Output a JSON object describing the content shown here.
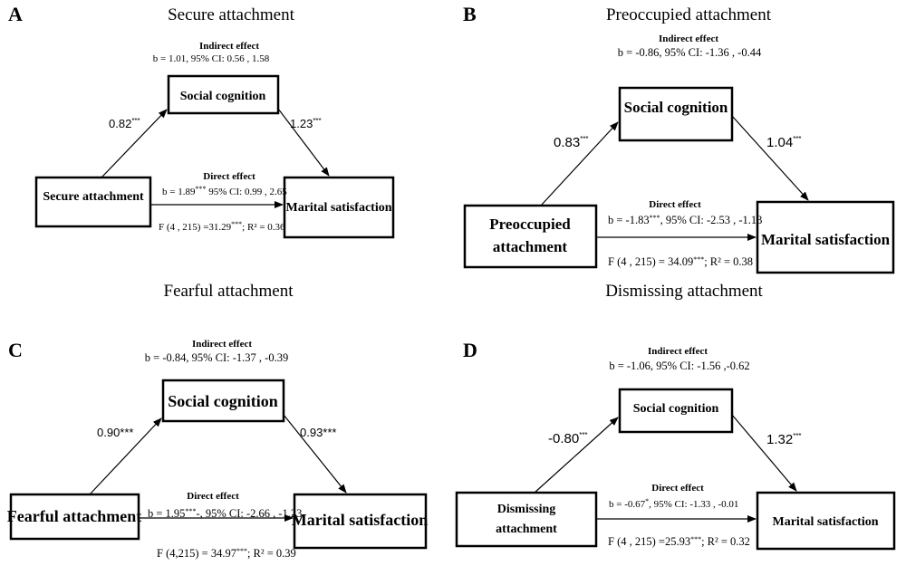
{
  "panels": [
    {
      "letter": "A",
      "title": "Secure attachment",
      "indirect_label": "Indirect effect",
      "indirect_stats": "b = 1.01, 95% CI: 0.56 , 1.58",
      "mediator": "Social cognition",
      "predictor": [
        "Secure attachment"
      ],
      "outcome": "Marital satisfaction",
      "path_a": "0.82",
      "path_a_sig": "***",
      "path_b": "1.23",
      "path_b_sig": "***",
      "direct_label": "Direct effect",
      "direct_b": "b = 1.89",
      "direct_sig": "***",
      "direct_ci": " 95% CI: 0.99 , 2.65",
      "model_f": "F (4 , 215) =31.29",
      "model_sig": "***",
      "model_r2": "; R² = 0.36"
    },
    {
      "letter": "B",
      "title": "Preoccupied attachment",
      "indirect_label": "Indirect  effect",
      "indirect_stats": "b = -0.86, 95% CI: -1.36 , -0.44",
      "mediator": "Social cognition",
      "predictor": [
        "Preoccupied",
        "attachment"
      ],
      "outcome": "Marital satisfaction",
      "path_a": "0.83",
      "path_a_sig": "***",
      "path_b": "1.04",
      "path_b_sig": "***",
      "direct_label": "Direct effect",
      "direct_b": "b = -1.83",
      "direct_sig": "***",
      "direct_ci": ", 95% CI: -2.53 , -1.13",
      "model_f": "F (4 , 215) = 34.09",
      "model_sig": "***",
      "model_r2": "; R² = 0.38"
    },
    {
      "letter": "C",
      "title": "Fearful attachment",
      "indirect_label": "Indirect  effect",
      "indirect_stats": "b = -0.84, 95% CI: -1.37 , -0.39",
      "mediator": "Social cognition",
      "predictor": [
        "Fearful attachment"
      ],
      "outcome": "Marital satisfaction",
      "path_a": "0.90***",
      "path_a_sig": "",
      "path_b": "0.93***",
      "path_b_sig": "",
      "direct_label": "Direct effect",
      "direct_b": "b = 1.95",
      "direct_sig": "***",
      "direct_ci": "-, 95% CI: -2.66 , -1.23",
      "model_f": "F (4,215) = 34.97",
      "model_sig": "***",
      "model_r2": "; R² = 0.39"
    },
    {
      "letter": "D",
      "title": "Dismissing attachment",
      "indirect_label": "Indirect  effect",
      "indirect_stats": "b = -1.06, 95% CI: -1.56 ,-0.62",
      "mediator": "Social cognition",
      "predictor": [
        "Dismissing",
        "attachment"
      ],
      "outcome": "Marital satisfaction",
      "path_a": "-0.80",
      "path_a_sig": "***",
      "path_b": "1.32",
      "path_b_sig": "***",
      "direct_label": "Direct effect",
      "direct_b": "b = -0.67",
      "direct_sig": "*",
      "direct_ci": ", 95% CI: -1.33 , -0.01",
      "model_f": "F (4 , 215) =25.93",
      "model_sig": "***",
      "model_r2": "; R² = 0.32"
    }
  ]
}
